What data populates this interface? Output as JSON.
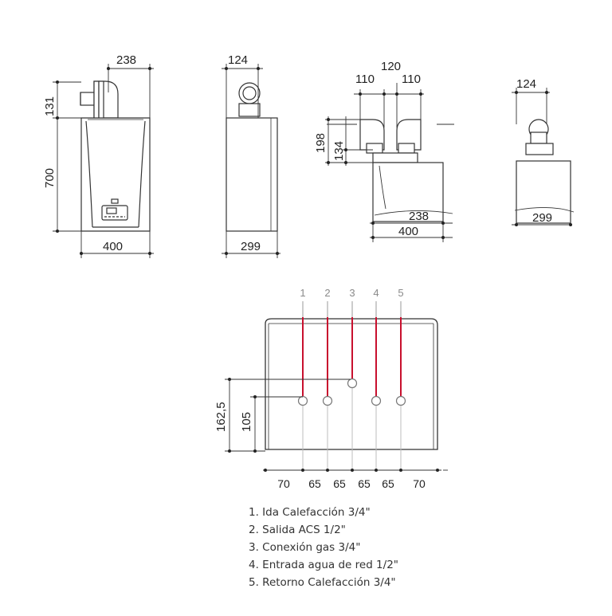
{
  "views": {
    "front": {
      "width": "400",
      "height": "700",
      "flue_offset": "238",
      "flue_height": "131"
    },
    "side": {
      "depth": "299",
      "flue_offset": "124"
    },
    "twin_flue": {
      "total": "120",
      "left_spacing": "110",
      "right_spacing": "110",
      "height_a": "198",
      "height_b": "134",
      "offset": "238",
      "width": "400"
    },
    "side_twin": {
      "flue_offset": "124",
      "depth": "299"
    }
  },
  "connections": {
    "numbers": [
      "1",
      "2",
      "3",
      "4",
      "5"
    ],
    "height_outer": "162,5",
    "height_inner": "105",
    "spacings": [
      "70",
      "65",
      "65",
      "65",
      "65",
      "70"
    ]
  },
  "legend": [
    "1. Ida Calefacción 3/4\"",
    "2. Salida ACS 1/2\"",
    "3. Conexión gas 3/4\"",
    "4. Entrada agua de red 1/2\"",
    "5. Retorno Calefacción 3/4\""
  ]
}
